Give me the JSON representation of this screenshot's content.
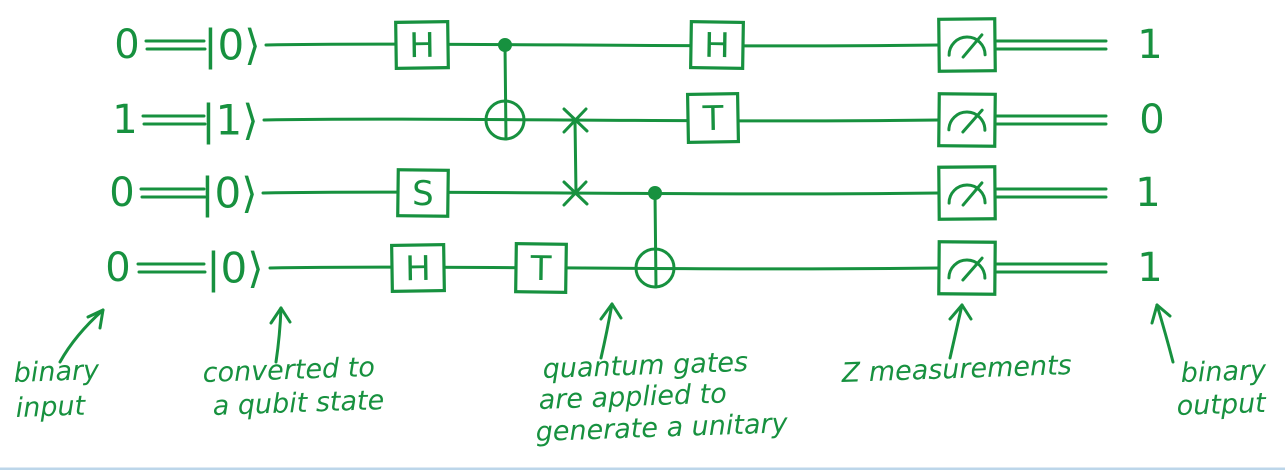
{
  "colors": {
    "ink": "#17913f",
    "background": "#ffffff",
    "bottom_rule": "#bcd6ea"
  },
  "circuit": {
    "wires": [
      {
        "input": "0",
        "ket": "|0⟩",
        "gates": [
          "H",
          "H"
        ],
        "output": "1"
      },
      {
        "input": "1",
        "ket": "|1⟩",
        "gates": [
          "T"
        ],
        "output": "0"
      },
      {
        "input": "0",
        "ket": "|0⟩",
        "gates": [
          "S"
        ],
        "output": "1"
      },
      {
        "input": "0",
        "ket": "|0⟩",
        "gates": [
          "H",
          "T"
        ],
        "output": "1"
      }
    ],
    "multi_qubit_ops": [
      {
        "type": "cnot",
        "control_wire": 1,
        "target_wire": 2
      },
      {
        "type": "swap",
        "wires": [
          2,
          3
        ]
      },
      {
        "type": "cnot",
        "control_wire": 3,
        "target_wire": 4
      }
    ],
    "measurement_basis": "Z"
  },
  "annotations": {
    "binary_input": {
      "line1": "binary",
      "line2": "input"
    },
    "converted": {
      "line1": "converted to",
      "line2": "a qubit state"
    },
    "quantum_gates": {
      "line1": "quantum gates",
      "line2": "are applied to",
      "line3": "generate a unitary"
    },
    "z_measurements": {
      "line1": "Z measurements"
    },
    "binary_output": {
      "line1": "binary",
      "line2": "output"
    }
  }
}
